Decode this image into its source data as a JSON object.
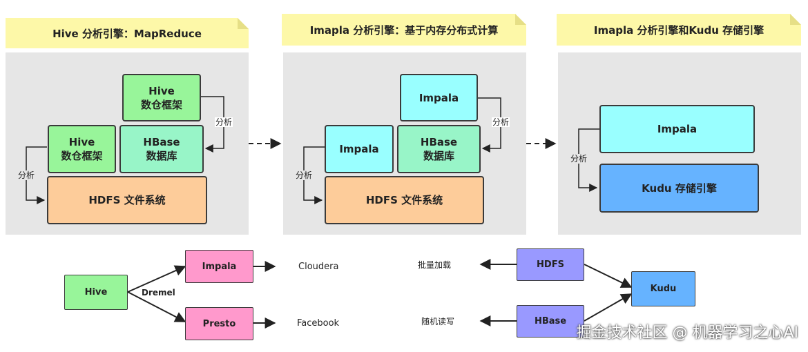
{
  "stage1": {
    "title": "Hive 分析引擎：MapReduce",
    "hive_top": [
      "Hive",
      "数仓框架"
    ],
    "hive_left": [
      "Hive",
      "数仓框架"
    ],
    "hbase": [
      "HBase",
      "数据库"
    ],
    "hdfs": "HDFS 文件系统",
    "analyze_label": "分析"
  },
  "stage2": {
    "title": "Imapla 分析引擎：基于内存分布式计算",
    "impala_top": "Impala",
    "impala_left": "Impala",
    "hbase": [
      "HBase",
      "数据库"
    ],
    "hdfs": "HDFS 文件系统",
    "analyze_label": "分析"
  },
  "stage3": {
    "title": "Imapla 分析引擎和Kudu 存储引擎",
    "impala": "Impala",
    "kudu": "Kudu 存储引擎",
    "analyze_label": "分析"
  },
  "lower": {
    "hive": "Hive",
    "dremel": "Dremel",
    "impala": "Impala",
    "presto": "Presto",
    "cloudera": "Cloudera",
    "facebook": "Facebook",
    "hdfs": "HDFS",
    "hbase": "HBase",
    "kudu": "Kudu",
    "batch_load": "批量加载",
    "random_rw": "随机读写"
  },
  "watermark": "掘金技术社区 @ 机器学习之心AI",
  "colors": {
    "note": "#fdf8a8",
    "panel": "#e6e6e6",
    "green": "#98f59a",
    "mint": "#98f5c8",
    "orange": "#fdcc9a",
    "cyan": "#99ffff",
    "blue": "#66b3ff",
    "pink": "#ff99cc",
    "purple": "#9999ff"
  }
}
